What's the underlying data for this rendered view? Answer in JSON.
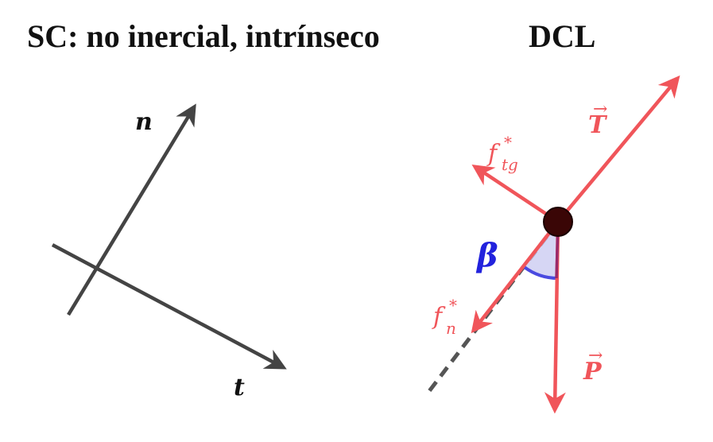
{
  "titles": {
    "left": "SC: no inercial, intrínseco",
    "right": "DCL"
  },
  "axes": {
    "n_label": "n",
    "t_label": "t"
  },
  "forces": {
    "tension": {
      "symbol": "T",
      "arrow": "→",
      "color": "#f0555a"
    },
    "weight": {
      "symbol": "P",
      "arrow": "→",
      "color": "#f0555a"
    },
    "inertial_tangential": {
      "symbol": "f",
      "subscript": "tg",
      "superscript": "*",
      "color": "#f0555a"
    },
    "inertial_normal": {
      "symbol": "f",
      "subscript": "n",
      "superscript": "*",
      "color": "#f0555a"
    }
  },
  "angle": {
    "label": "β",
    "color": "#2222dd"
  },
  "colors": {
    "axis": "#444444",
    "body": "#3a0606",
    "angle_fill": "#c8c8f0"
  }
}
